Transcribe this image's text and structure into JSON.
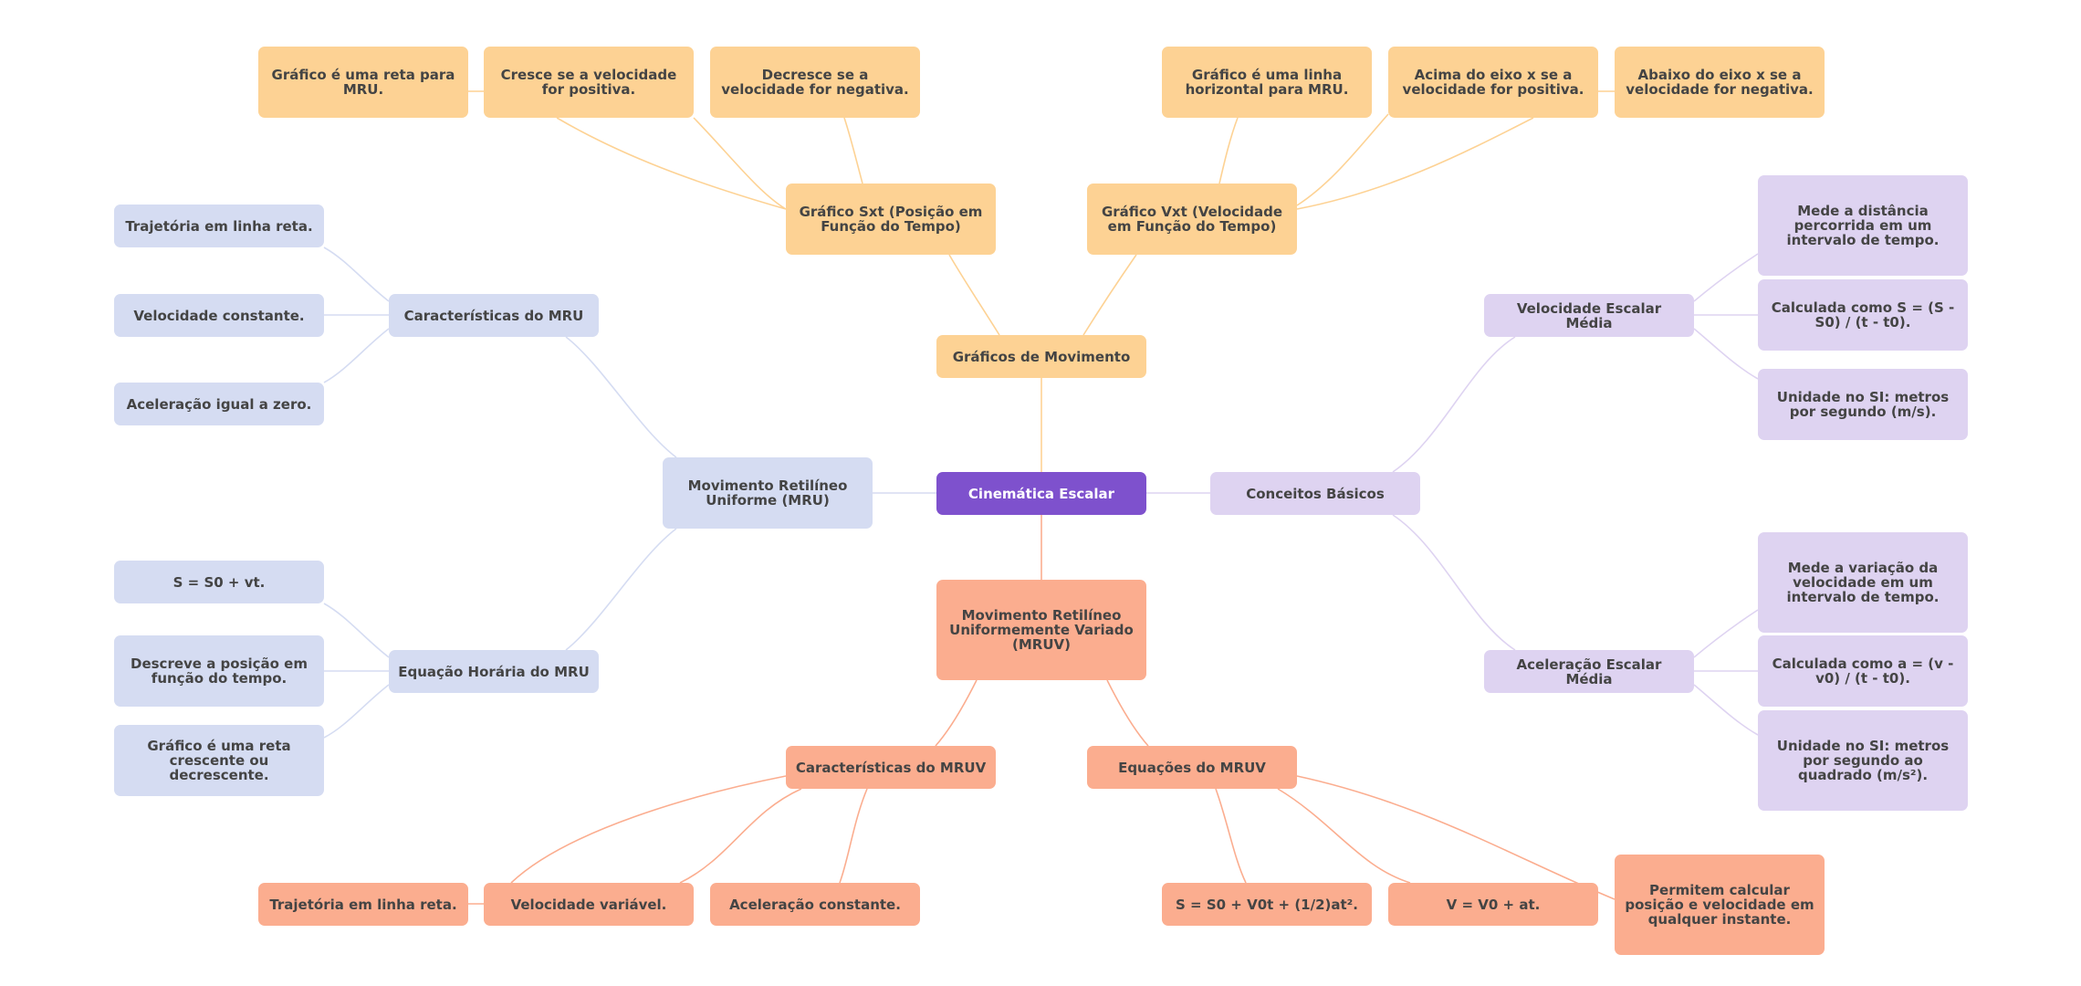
{
  "colors": {
    "root": "#7e51cd",
    "graficos": "#fdd294",
    "mruv": "#fbad8f",
    "mru": "#d5dcf2",
    "conceitos": "#ded3f1"
  },
  "nodes": {
    "root": "Cinemática Escalar",
    "graficos": "Gráficos de Movimento",
    "sxt": "Gráfico Sxt (Posição em Função do Tempo)",
    "sxt_1": "Gráfico é uma reta para MRU.",
    "sxt_2": "Cresce se a velocidade for positiva.",
    "sxt_3": "Decresce se a velocidade for negativa.",
    "vxt": "Gráfico Vxt (Velocidade em Função do Tempo)",
    "vxt_1": "Gráfico é uma linha horizontal para MRU.",
    "vxt_2": "Acima do eixo x se a velocidade for positiva.",
    "vxt_3": "Abaixo do eixo x se a velocidade for negativa.",
    "mru": "Movimento Retilíneo Uniforme (MRU)",
    "car_mru": "Características do MRU",
    "car_mru_1": "Trajetória em linha reta.",
    "car_mru_2": "Velocidade constante.",
    "car_mru_3": "Aceleração igual a zero.",
    "eq_mru": "Equação Horária do MRU",
    "eq_mru_1": "S = S0 + vt.",
    "eq_mru_2": "Descreve a posição em função do tempo.",
    "eq_mru_3": "Gráfico é uma reta crescente ou decrescente.",
    "conceitos": "Conceitos Básicos",
    "vel": "Velocidade Escalar Média",
    "vel_1": "Mede a distância percorrida em um intervalo de tempo.",
    "vel_2": "Calculada como S = (S - S0) / (t - t0).",
    "vel_3": "Unidade no SI: metros por segundo (m/s).",
    "acel": "Aceleração Escalar Média",
    "acel_1": "Mede a variação da velocidade em um intervalo de tempo.",
    "acel_2": "Calculada como a = (v - v0) / (t - t0).",
    "acel_3": "Unidade no SI: metros por segundo ao quadrado (m/s²).",
    "mruv": "Movimento Retilíneo Uniformemente Variado (MRUV)",
    "car_mruv": "Características do MRUV",
    "car_mruv_1": "Trajetória em linha reta.",
    "car_mruv_2": "Velocidade variável.",
    "car_mruv_3": "Aceleração constante.",
    "eq_mruv": "Equações do MRUV",
    "eq_mruv_1": "S = S0 + V0t + (1/2)at².",
    "eq_mruv_2": "V = V0 + at.",
    "eq_mruv_3": "Permitem calcular posição e velocidade em qualquer instante."
  }
}
